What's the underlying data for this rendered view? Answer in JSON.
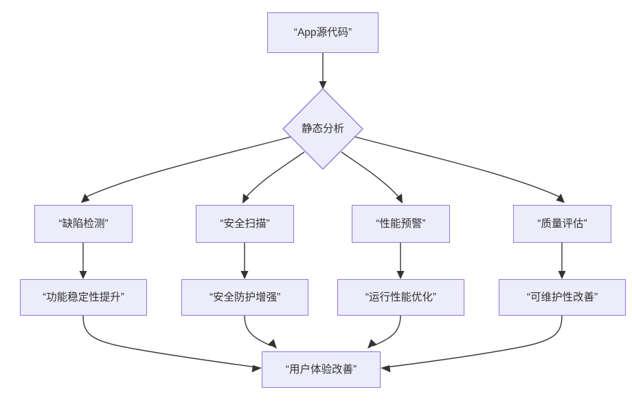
{
  "diagram": {
    "type": "flowchart",
    "direction": "top-down",
    "background_color": "#ffffff",
    "node_fill_color": "#ececfb",
    "node_border_color": "#9370db",
    "node_text_color": "#333333",
    "edge_color": "#333333",
    "nodes": {
      "source": {
        "label": "“App源代码”",
        "shape": "rectangle"
      },
      "analysis": {
        "label": "静态分析",
        "shape": "diamond"
      },
      "defect_detection": {
        "label": "“缺陷检测”",
        "shape": "rectangle"
      },
      "security_scan": {
        "label": "“安全扫描”",
        "shape": "rectangle"
      },
      "performance_alert": {
        "label": "“性能预警”",
        "shape": "rectangle"
      },
      "quality_assessment": {
        "label": "“质量评估”",
        "shape": "rectangle"
      },
      "function_stability": {
        "label": "“功能稳定性提升”",
        "shape": "rectangle"
      },
      "security_protection": {
        "label": "“安全防护增强”",
        "shape": "rectangle"
      },
      "runtime_performance": {
        "label": "“运行性能优化”",
        "shape": "rectangle"
      },
      "maintainability": {
        "label": "“可维护性改善”",
        "shape": "rectangle"
      },
      "user_experience": {
        "label": "“用户体验改善”",
        "shape": "rectangle"
      }
    },
    "edges": [
      {
        "from": "source",
        "to": "analysis",
        "label": ""
      },
      {
        "from": "analysis",
        "to": "defect_detection",
        "label": ""
      },
      {
        "from": "analysis",
        "to": "security_scan",
        "label": ""
      },
      {
        "from": "analysis",
        "to": "performance_alert",
        "label": ""
      },
      {
        "from": "analysis",
        "to": "quality_assessment",
        "label": ""
      },
      {
        "from": "defect_detection",
        "to": "function_stability",
        "label": ""
      },
      {
        "from": "security_scan",
        "to": "security_protection",
        "label": ""
      },
      {
        "from": "performance_alert",
        "to": "runtime_performance",
        "label": ""
      },
      {
        "from": "quality_assessment",
        "to": "maintainability",
        "label": ""
      },
      {
        "from": "function_stability",
        "to": "user_experience",
        "label": ""
      },
      {
        "from": "security_protection",
        "to": "user_experience",
        "label": ""
      },
      {
        "from": "runtime_performance",
        "to": "user_experience",
        "label": ""
      },
      {
        "from": "maintainability",
        "to": "user_experience",
        "label": ""
      }
    ]
  }
}
